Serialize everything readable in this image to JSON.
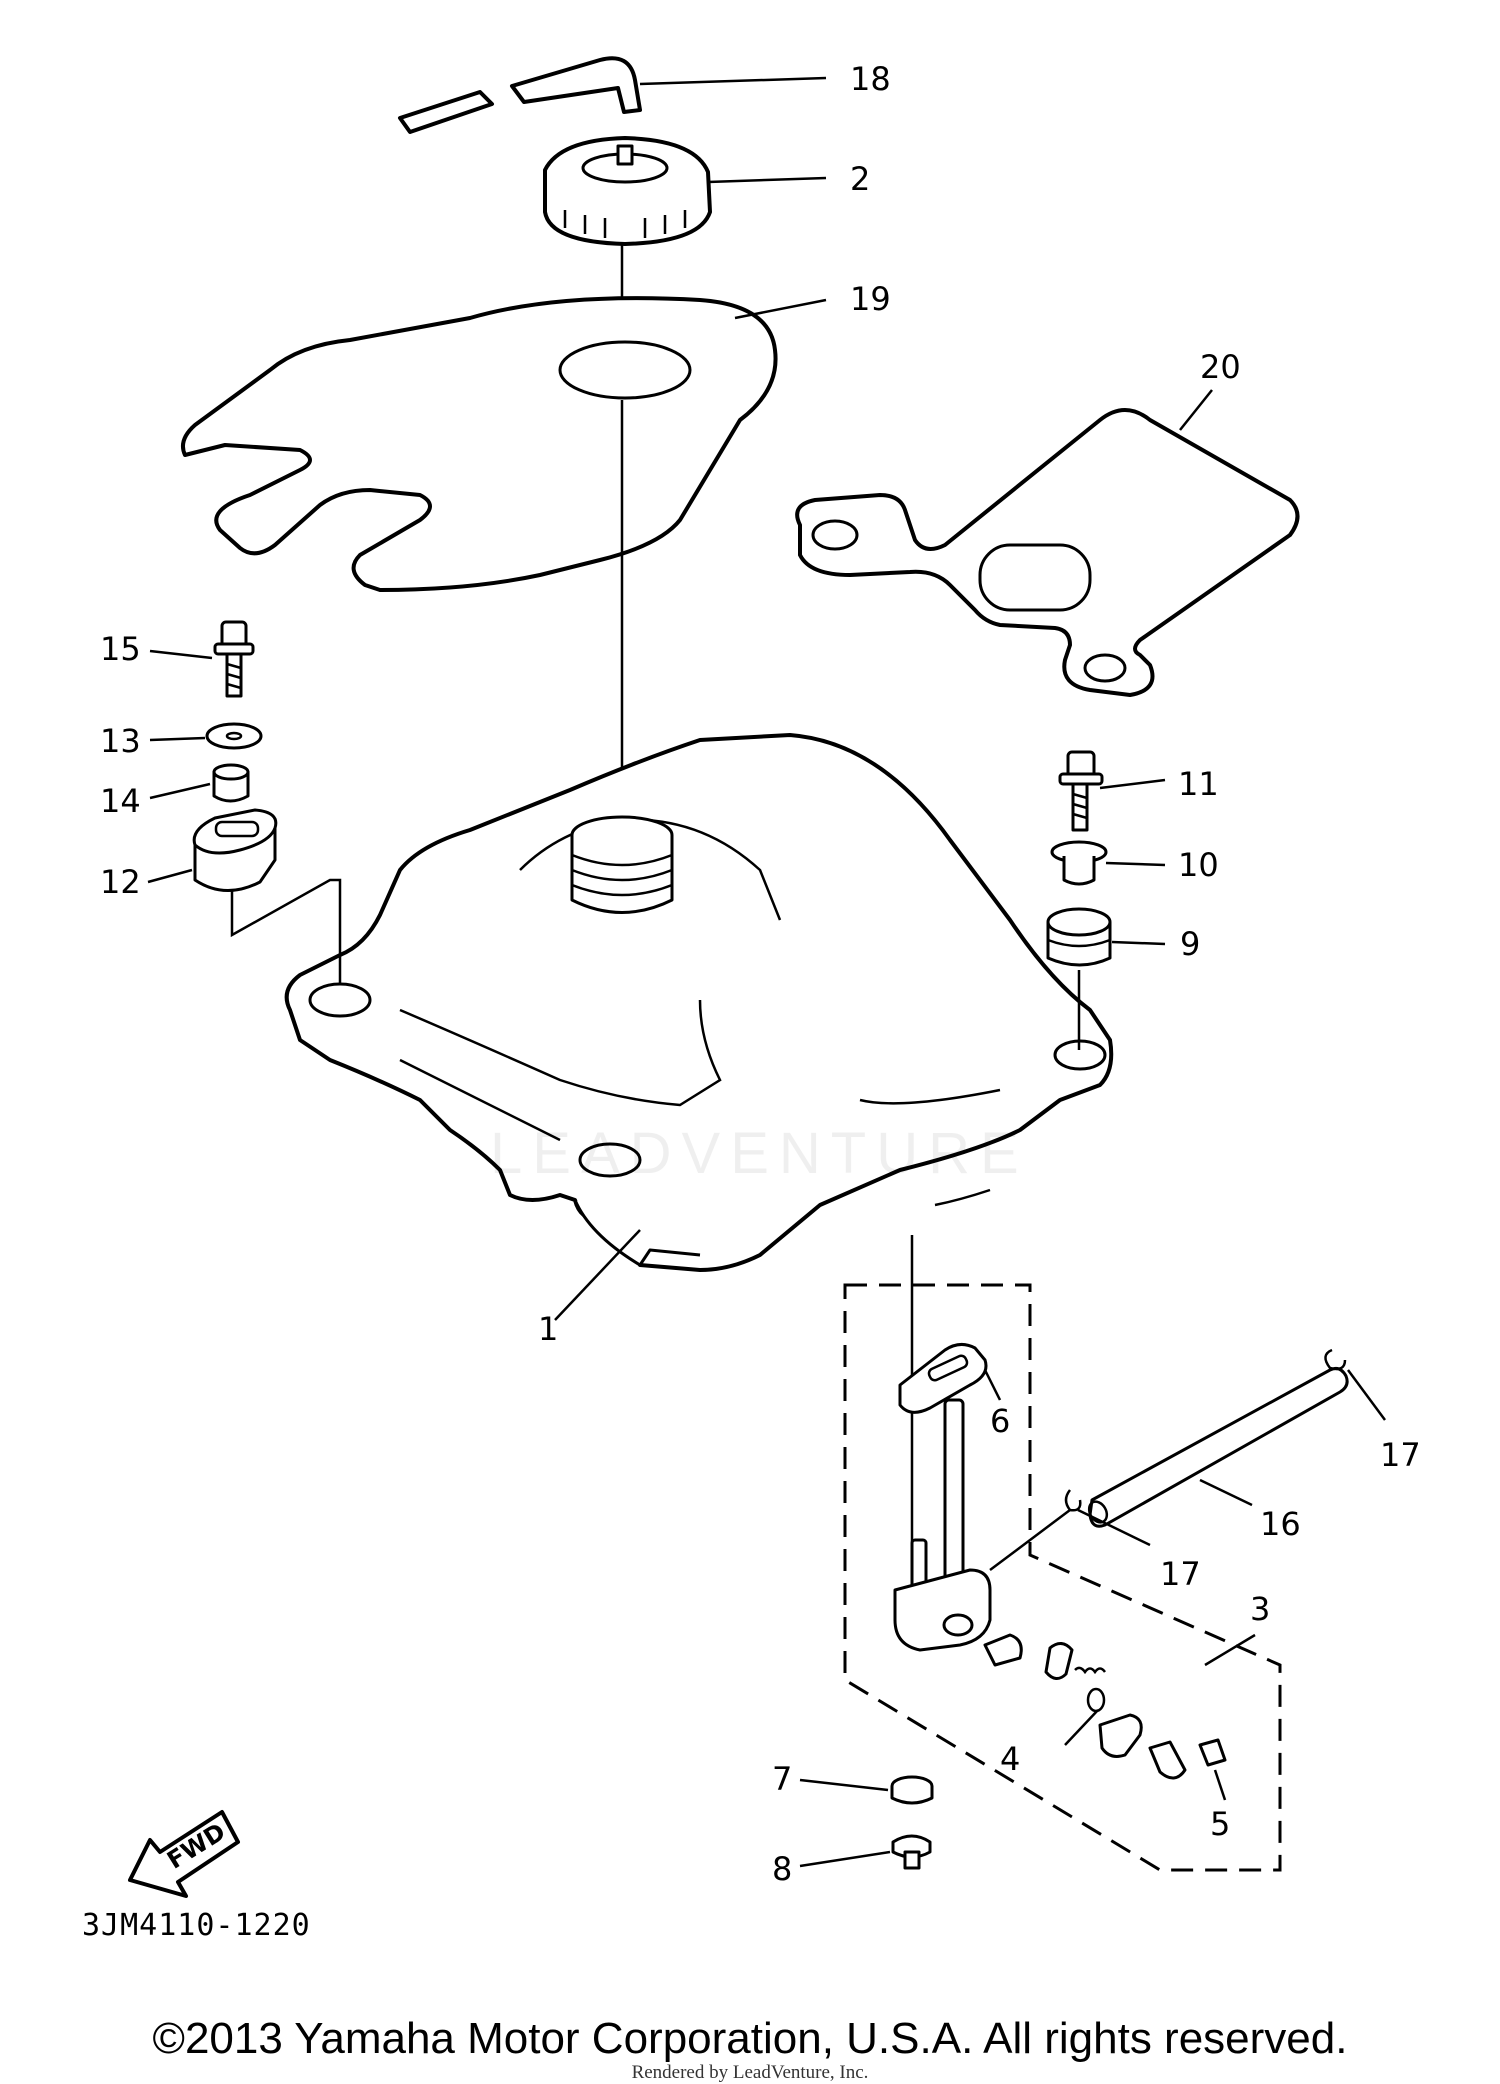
{
  "diagram": {
    "callouts": [
      "1",
      "2",
      "3",
      "4",
      "5",
      "6",
      "7",
      "8",
      "9",
      "10",
      "11",
      "12",
      "13",
      "14",
      "15",
      "16",
      "17",
      "17",
      "18",
      "19",
      "20"
    ],
    "fwd_label": "FWD",
    "part_code": "3JM4110-1220",
    "watermark": "LEADVENTURE"
  },
  "footer": {
    "copyright": "©2013 Yamaha Motor Corporation, U.S.A. All rights reserved.",
    "rendered_by": "Rendered by LeadVenture, Inc."
  }
}
